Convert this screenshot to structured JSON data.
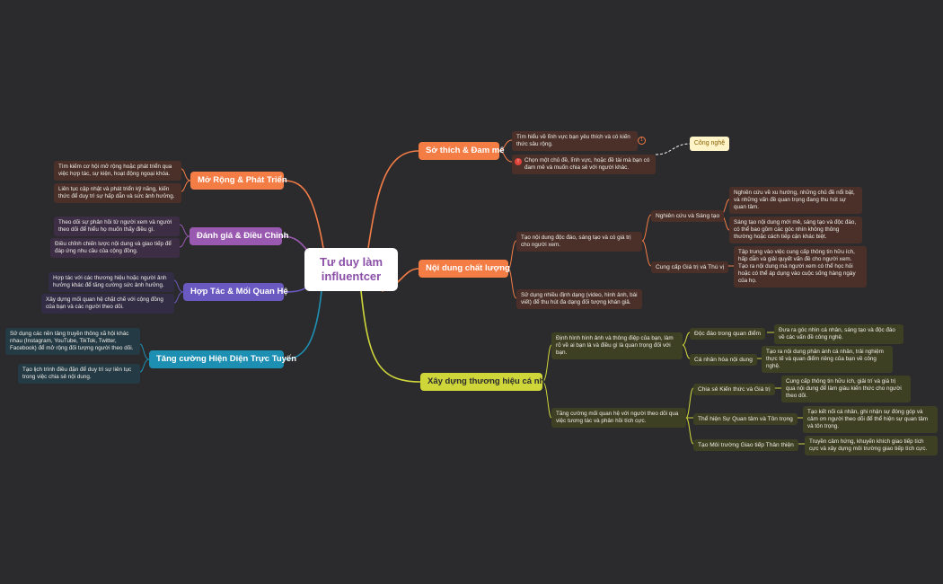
{
  "center": {
    "title_line1": "Tư duy làm",
    "title_line2": "influentcer"
  },
  "colors": {
    "background": "#2b2b2e",
    "orange": "#f47c45",
    "purple": "#9a59b0",
    "indigo": "#6a59c0",
    "blue": "#1d8fb3",
    "olive": "#cfd63a",
    "note": "#fff3c8"
  },
  "branches": {
    "so_thich": {
      "label": "Sở thích & Đam mê",
      "items": [
        "Tìm hiểu về lĩnh vực bạn yêu thích và có kiến thức sâu rộng.",
        "Chọn một chủ đề, lĩnh vực, hoặc đề tài mà bạn có đam mê và muốn chia sẻ với người khác."
      ],
      "badge": "1",
      "note": "Công nghệ"
    },
    "noi_dung": {
      "label": "Nội dung chất lượng",
      "items": [
        "Tạo nội dung độc đáo, sáng tạo và có giá trị cho người xem.",
        "Sử dụng nhiều định dạng (video, hình ảnh, bài viết) để thu hút đa dạng đối tượng khán giả."
      ],
      "sub1": {
        "label": "Nghiên cứu và Sáng tạo",
        "items": [
          "Nghiên cứu về xu hướng, những chủ đề nổi bật, và những vấn đề quan trọng đang thu hút sự quan tâm.",
          "Sáng tạo nội dung mới mẻ, sáng tạo và độc đáo, có thể bao gồm các góc nhìn không thông thường hoặc cách tiếp cận khác biệt."
        ]
      },
      "sub2": {
        "label": "Cung cấp Giá trị và Thú vị",
        "items": [
          "Tập trung vào việc cung cấp thông tin hữu ích, hấp dẫn và giải quyết vấn đề cho người xem. Tạo ra nội dung mà người xem có thể học hỏi hoặc có thể áp dụng vào cuộc sống hàng ngày của họ."
        ]
      }
    },
    "thuong_hieu": {
      "label": "Xây dựng thương hiệu cá nhân",
      "items": [
        "Định hình hình ảnh và thông điệp của bạn, làm rõ về ai bạn là và điều gì là quan trọng đối với bạn.",
        "Tăng cường mối quan hệ với người theo dõi qua việc tương tác và phản hồi tích cực."
      ],
      "a": [
        {
          "label": "Độc đáo trong quan điểm",
          "desc": "Đưa ra góc nhìn cá nhân, sáng tạo và độc đáo về các vấn đề công nghệ."
        },
        {
          "label": "Cá nhân hóa nội dung",
          "desc": "Tạo ra nội dung phản ánh cá nhân, trải nghiệm thực tế và quan điểm riêng của bạn về công nghệ."
        }
      ],
      "b": [
        {
          "label": "Chia sẻ Kiến thức và Giá trị",
          "desc": "Cung cấp thông tin hữu ích, giải trí và giá trị qua nội dung để làm giàu kiến thức cho người theo dõi."
        },
        {
          "label": "Thể hiện Sự Quan tâm và Tôn trọng",
          "desc": "Tạo kết nối cá nhân, ghi nhận sự đóng góp và cảm ơn người theo dõi để thể hiện sự quan tâm và tôn trọng."
        },
        {
          "label": "Tạo Môi trường Giao tiếp Thân thiện",
          "desc": "Truyền cảm hứng, khuyến khích giao tiếp tích cực và xây dựng môi trường giao tiếp tích cực."
        }
      ]
    },
    "mo_rong": {
      "label": "Mở Rộng & Phát Triển",
      "items": [
        "Tìm kiếm cơ hội mở rộng hoặc phát triển qua việc hợp tác, sự kiện, hoạt động ngoại khóa.",
        "Liên tục cập nhật và phát triển kỹ năng, kiến thức để duy trì sự hấp dẫn và sức ảnh hưởng."
      ]
    },
    "danh_gia": {
      "label": "Đánh giá & Điều Chỉnh",
      "items": [
        "Theo dõi sự phản hồi từ người xem và người theo dõi để hiểu họ muốn thấy điều gì.",
        "Điều chỉnh chiến lược nội dung và giao tiếp để đáp ứng nhu cầu của cộng đồng."
      ]
    },
    "hop_tac": {
      "label": "Hợp Tác & Mối Quan Hệ",
      "items": [
        "Hợp tác với các thương hiệu hoặc người ảnh hưởng khác để tăng cường sức ảnh hưởng.",
        "Xây dựng mối quan hệ chặt chẽ với cộng đồng của bạn và các người theo dõi."
      ]
    },
    "tang_cuong": {
      "label": "Tăng cường Hiện Diện Trực Tuyến",
      "items": [
        "Sử dụng các nền tảng truyền thông xã hội khác nhau (Instagram, YouTube, TikTok, Twitter, Facebook) để mở rộng đối tượng người theo dõi.",
        "Tạo lịch trình điều đặn để duy trì sự liên tục trong việc chia sẻ nội dung."
      ]
    }
  }
}
